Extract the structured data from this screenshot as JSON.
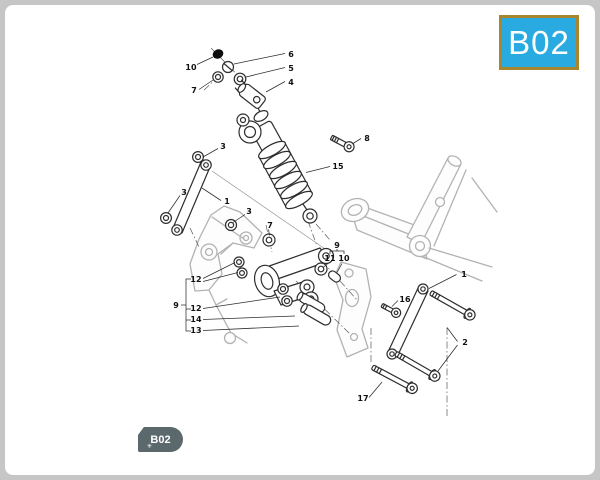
{
  "page": {
    "background_color": "#c6c6c7",
    "card_color": "#ffffff"
  },
  "code_badge": {
    "label": "B02",
    "fill_color": "#29abe2",
    "border_color": "#a8862e",
    "text_color": "#ffffff"
  },
  "diagram_tag": {
    "label": "B02",
    "fill_color": "#5b696d",
    "text_color": "#ffffff",
    "icon": "asterisk-icon",
    "icon_glyph": "✳"
  },
  "diagram": {
    "callouts": [
      {
        "label": "10"
      },
      {
        "label": "6"
      },
      {
        "label": "5"
      },
      {
        "label": "4"
      },
      {
        "label": "7"
      },
      {
        "label": "8"
      },
      {
        "label": "15"
      },
      {
        "label": "3"
      },
      {
        "label": "3"
      },
      {
        "label": "1"
      },
      {
        "label": "3"
      },
      {
        "label": "7"
      },
      {
        "label": "12"
      },
      {
        "label": "9"
      },
      {
        "label": "12"
      },
      {
        "label": "14"
      },
      {
        "label": "13"
      },
      {
        "label": "9"
      },
      {
        "label": "11"
      },
      {
        "label": "10"
      },
      {
        "label": "16"
      },
      {
        "label": "1"
      },
      {
        "label": "2"
      },
      {
        "label": "17"
      }
    ]
  }
}
